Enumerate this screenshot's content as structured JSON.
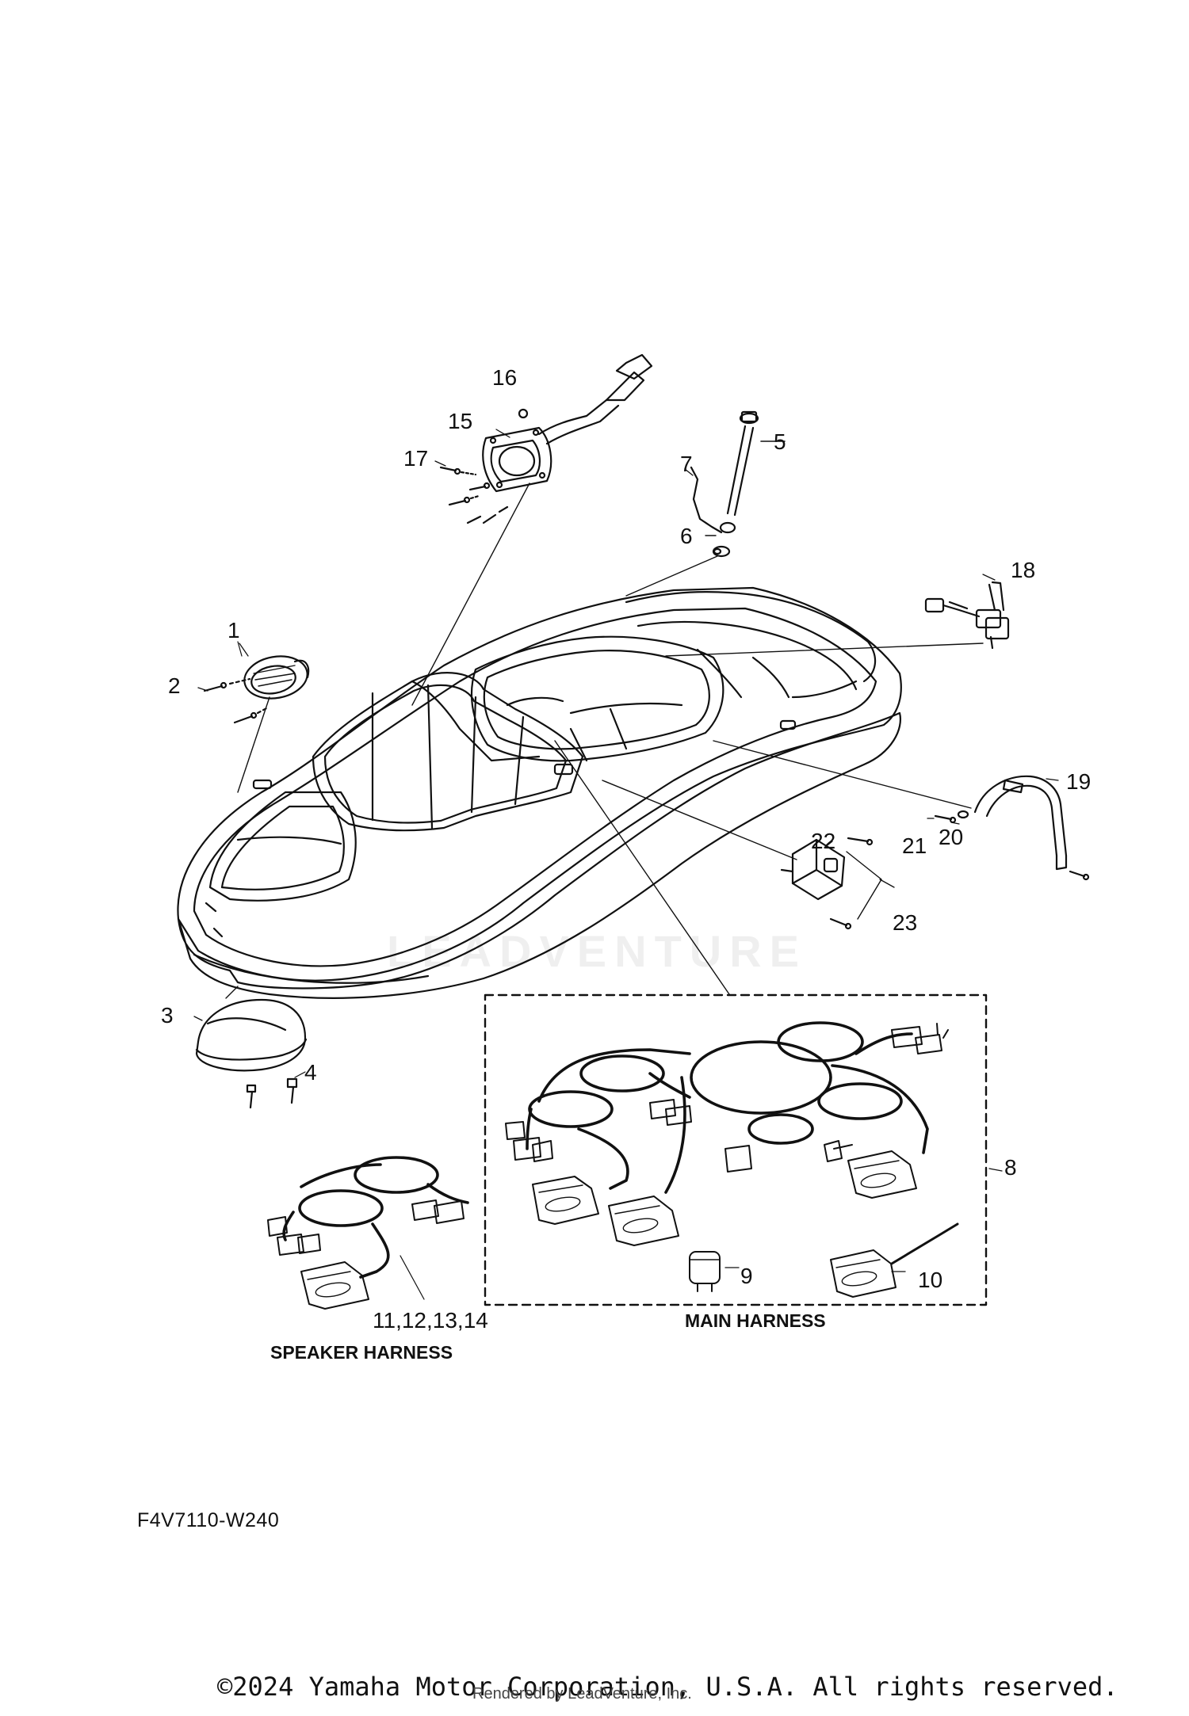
{
  "callouts": {
    "c1": "1",
    "c2": "2",
    "c3": "3",
    "c4": "4",
    "c5": "5",
    "c6": "6",
    "c7": "7",
    "c8": "8",
    "c9": "9",
    "c10": "10",
    "c11_14": "11,12,13,14",
    "c15": "15",
    "c16": "16",
    "c17": "17",
    "c18": "18",
    "c19": "19",
    "c20": "20",
    "c21": "21",
    "c22": "22",
    "c23": "23"
  },
  "sections": {
    "speaker_harness": "SPEAKER HARNESS",
    "main_harness": "MAIN HARNESS"
  },
  "diagram_code": "F4V7110-W240",
  "footer": {
    "copyright": "©2024 Yamaha Motor Corporation, U.S.A. All rights reserved.",
    "rendered_by": "Rendered by LeadVenture, Inc."
  },
  "watermark": "LEADVENTURE"
}
